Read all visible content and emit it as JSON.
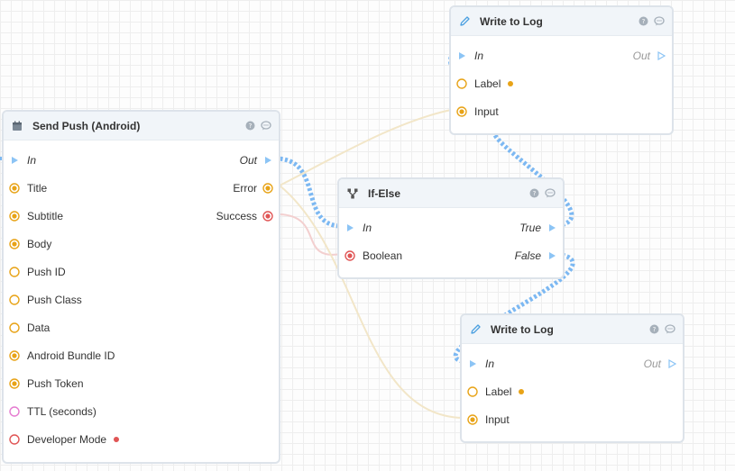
{
  "nodes": {
    "send_push": {
      "title": "Send Push (Android)",
      "in_label": "In",
      "out_label": "Out",
      "inputs": [
        "Title",
        "Subtitle",
        "Body",
        "Push ID",
        "Push Class",
        "Data",
        "Android Bundle ID",
        "Push Token",
        "TTL (seconds)",
        "Developer Mode"
      ],
      "error_label": "Error",
      "success_label": "Success"
    },
    "if_else": {
      "title": "If-Else",
      "in_label": "In",
      "boolean_label": "Boolean",
      "true_label": "True",
      "false_label": "False"
    },
    "write_log_top": {
      "title": "Write to Log",
      "in_label": "In",
      "out_label": "Out",
      "label_label": "Label",
      "input_label": "Input"
    },
    "write_log_bottom": {
      "title": "Write to Log",
      "in_label": "In",
      "out_label": "Out",
      "label_label": "Label",
      "input_label": "Input"
    }
  },
  "colors": {
    "exec_wire": "#7cb8f2",
    "exec_port": "#8cc4f5",
    "value_port": "#e8a317",
    "error_port": "#e05555",
    "ttl_port": "#e57bd0",
    "data_wire": "#f2e6c8",
    "boolean_wire": "#f3cfcf"
  },
  "icons": {
    "send_push": "calendar-icon",
    "if_else": "branch-icon",
    "write_log": "pencil-icon",
    "help": "help-circle-icon",
    "comment": "comment-icon"
  }
}
